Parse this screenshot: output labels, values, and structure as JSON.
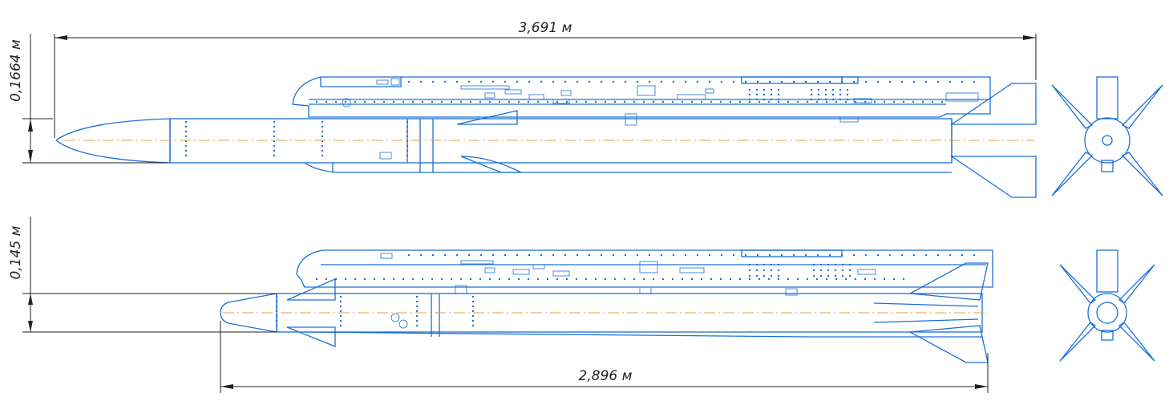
{
  "drawing": {
    "upper": {
      "length_label": "3,691 м",
      "diameter_label": "0,1664 м"
    },
    "lower": {
      "length_label": "2,896 м",
      "diameter_label": "0,145 м"
    },
    "colors": {
      "outline": "#1a6fd6",
      "dimension": "#222222",
      "axis": "#e0a040"
    }
  }
}
